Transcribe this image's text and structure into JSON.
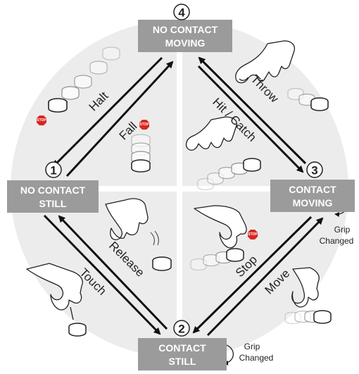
{
  "states": {
    "s4": {
      "number": "4",
      "line1": "NO CONTACT",
      "line2": "MOVING"
    },
    "s1": {
      "number": "1",
      "line1": "NO CONTACT",
      "line2": "STILL"
    },
    "s3": {
      "number": "3",
      "line1": "CONTACT",
      "line2": "MOVING"
    },
    "s2": {
      "number": "2",
      "line1": "CONTACT",
      "line2": "STILL"
    }
  },
  "transitions": {
    "halt": "Halt",
    "fall": "Fall",
    "throw": "Throw",
    "hit_catch": "Hit / Catch",
    "release": "Release",
    "touch": "Touch",
    "stop": "Stop",
    "move": "Move"
  },
  "self_loops": {
    "s3": {
      "line1": "Grip",
      "line2": "Changed"
    },
    "s2": {
      "line1": "Grip",
      "line2": "Changed"
    }
  },
  "stop_sign_text": "STOP",
  "colors": {
    "background_circle": "#ececec",
    "state_box": "#9b9b9b",
    "state_text": "#ffffff",
    "arrow": "#111111",
    "stop_sign": "#d9251d",
    "disk_faded": "#d8d8d8",
    "disk_solid": "#333333"
  },
  "icons": [
    "hand-icon",
    "disk-stack-icon",
    "stop-sign-icon",
    "motion-lines-icon",
    "loop-arrow-icon"
  ]
}
